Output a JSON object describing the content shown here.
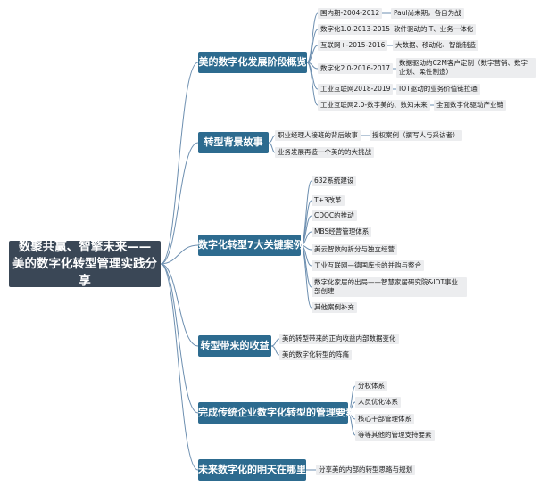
{
  "root": {
    "title": "数聚共赢、智擎未来—— 美的数字化转型管理实践分享"
  },
  "branches": [
    {
      "label": "美的数字化发展阶段概览",
      "items": [
        {
          "label": "国内期-2004-2012",
          "child": "Paul尚未期，各自为战"
        },
        {
          "label": "数字化1.0-2013-2015",
          "child": "软件驱动的IT、业务一体化"
        },
        {
          "label": "互联网+-2015-2016",
          "child": "大数据、移动化、智能制造"
        },
        {
          "label": "数字化2.0-2016-2017",
          "child": "数据驱动的C2M客户定制（数字营销、数字企划、柔性制造）"
        },
        {
          "label": "工业互联网2018-2019",
          "child": "IOT驱动的业务价值链拉通"
        },
        {
          "label": "工业互联网2.0-数字美的、数知未来",
          "child": "全面数字化驱动产业链"
        }
      ]
    },
    {
      "label": "转型背景故事",
      "items": [
        {
          "label": "职业经理人接班的背后故事",
          "child": "授权案例（撰写人与采访者）"
        },
        {
          "label": "业务发展再造一个美的的大挑战"
        }
      ]
    },
    {
      "label": "数字化转型7大关键案例",
      "items": [
        {
          "label": "632系统建设"
        },
        {
          "label": "T+3改革"
        },
        {
          "label": "CDOC的推动"
        },
        {
          "label": "MBS经营管理体系"
        },
        {
          "label": "美云智数的拆分与独立经营"
        },
        {
          "label": "工业互联网—德国库卡的并购与整合"
        },
        {
          "label": "数字化家居的出局——智慧家居研究院&IOT事业部创建"
        },
        {
          "label": "其他案例补充"
        }
      ]
    },
    {
      "label": "转型带来的收益",
      "items": [
        {
          "label": "美的转型带来的正向收益内部数据变化"
        },
        {
          "label": "美的数字化转型的阵痛"
        }
      ]
    },
    {
      "label": "完成传统企业数字化转型的管理要素",
      "items": [
        {
          "label": "分权体系"
        },
        {
          "label": "人员优化体系"
        },
        {
          "label": "核心干部管理体系"
        },
        {
          "label": "等等其他的管理支持要素"
        }
      ]
    },
    {
      "label": "未来数字化的明天在哪里",
      "items": [
        {
          "label": "分享美的内部的转型思路与规划"
        }
      ]
    }
  ]
}
